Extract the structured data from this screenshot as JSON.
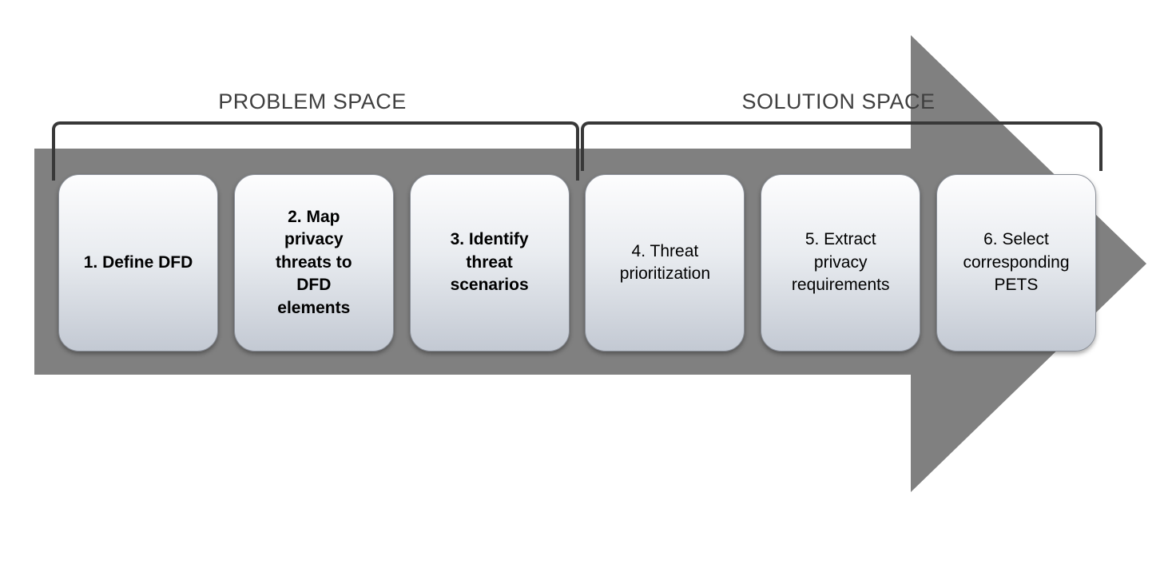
{
  "diagram": {
    "sections": {
      "problem": {
        "label": "PROBLEM SPACE"
      },
      "solution": {
        "label": "SOLUTION SPACE"
      }
    },
    "steps": [
      {
        "label": "1. Define DFD"
      },
      {
        "label": "2. Map privacy threats to DFD elements"
      },
      {
        "label": "3. Identify threat scenarios"
      },
      {
        "label": "4. Threat prioritization"
      },
      {
        "label": "5. Extract privacy requirements"
      },
      {
        "label": "6. Select corresponding PETS"
      }
    ],
    "colors": {
      "arrow": "#808080",
      "bracket": "#383838",
      "section_label": "#3f3f3f",
      "box_gradient_top": "#fdfdfe",
      "box_gradient_bottom": "#c3c9d3"
    }
  }
}
